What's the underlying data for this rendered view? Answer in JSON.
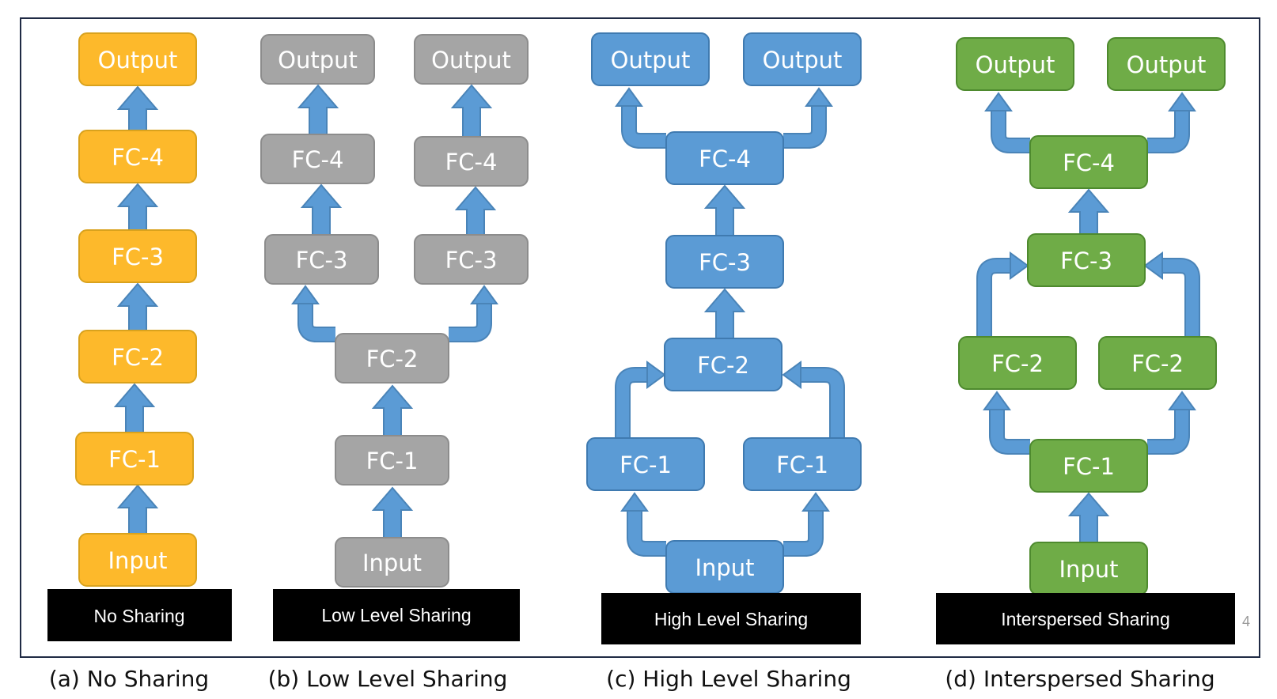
{
  "colors": {
    "no_sharing": "#FDB92B",
    "no_sharing_border": "#D9A21D",
    "low_level": "#A5A5A5",
    "low_level_border": "#8C8C8C",
    "high_level": "#5B9BD5",
    "high_level_border": "#3F7AB0",
    "interspersed": "#6FAC47",
    "interspersed_border": "#4E8A2E",
    "arrow": "#5B9BD5",
    "arrow_border": "#4A84B8",
    "bar": "#000000"
  },
  "labels": {
    "output": "Output",
    "fc1": "FC-1",
    "fc2": "FC-2",
    "fc3": "FC-3",
    "fc4": "FC-4",
    "input": "Input"
  },
  "panels": {
    "a": {
      "bar": "No Sharing",
      "caption": "(a) No Sharing"
    },
    "b": {
      "bar": "Low Level Sharing",
      "caption": "(b) Low Level Sharing"
    },
    "c": {
      "bar": "High Level Sharing",
      "caption": "(c) High Level Sharing"
    },
    "d": {
      "bar": "Interspersed Sharing",
      "caption": "(d) Interspersed Sharing"
    }
  },
  "page_number": "4"
}
